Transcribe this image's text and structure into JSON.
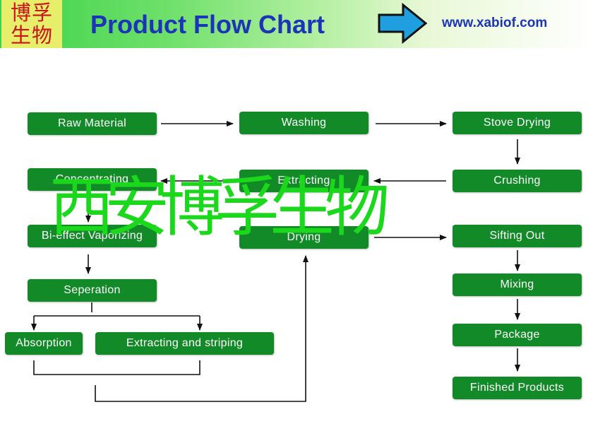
{
  "header": {
    "logo_line1": "博孚",
    "logo_line2": "生物",
    "title": "Product Flow Chart",
    "url": "www.xabiof.com"
  },
  "faint_caption": "",
  "watermark": "西安博孚生物",
  "colors": {
    "box_fill": "#138a28",
    "box_text": "#ffffff",
    "title_text": "#1c34b8",
    "watermark": "#1cd81c",
    "logo_text": "#c8141a",
    "logo_bg": "#e7ee6a"
  },
  "steps": {
    "raw_material": "Raw Material",
    "washing": "Washing",
    "stove_drying": "Stove Drying",
    "crushing": "Crushing",
    "extracting": "Extracting",
    "concentrating": "Concentrating",
    "bi_effect_vaporizing": "Bi-effect Vaporizing",
    "drying": "Drying",
    "sifting_out": "Sifting Out",
    "seperation": "Seperation",
    "mixing": "Mixing",
    "absorption": "Absorption",
    "extracting_and_striping": "Extracting and striping",
    "package": "Package",
    "finished_products": "Finished Products"
  }
}
